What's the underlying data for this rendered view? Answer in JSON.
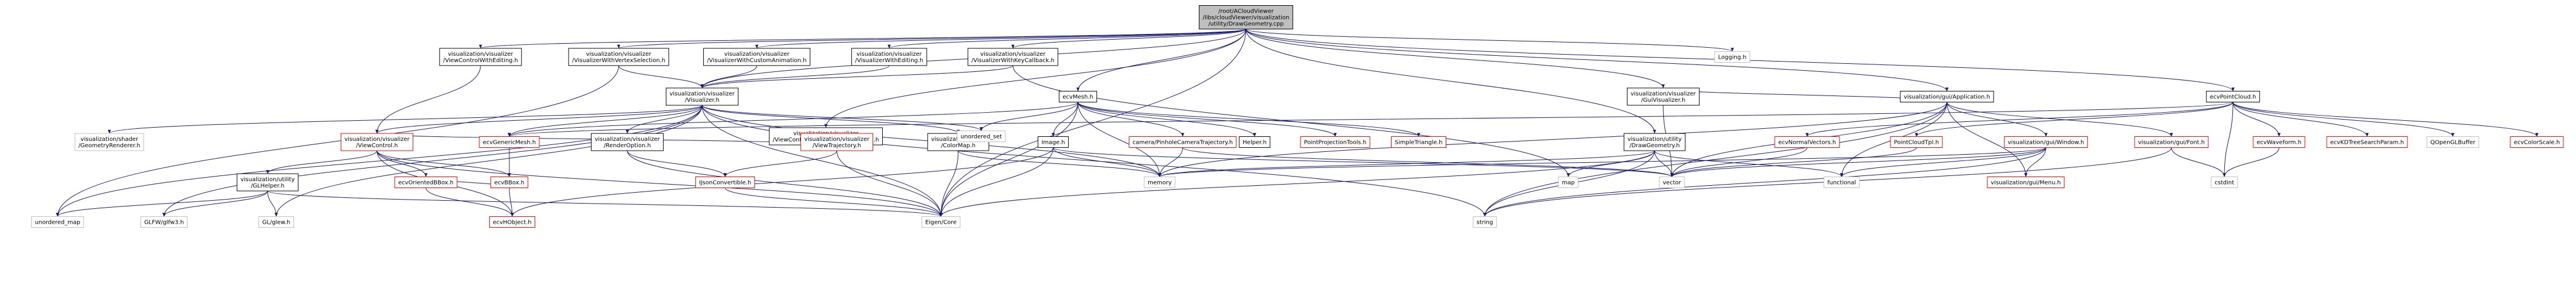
{
  "diagram": {
    "style": {
      "root_fill": "#bfbfbf",
      "doc_fill": "#ffffff",
      "doc_border": "#000000",
      "missing_border": "#bfbfbf",
      "error_border": "#ff0000",
      "edge_color": "#191970",
      "edge_color_alt": "#63b8ff",
      "text_color": "#000000"
    },
    "nodes": [
      {
        "id": "root",
        "lines": [
          "/root/ACloudViewer",
          "/libs/cloudViewer/visualization",
          "/utility/DrawGeometry.cpp"
        ],
        "kind": "root"
      },
      {
        "id": "vcwe",
        "lines": [
          "visualization/visualizer",
          "/ViewControlWithEditing.h"
        ],
        "kind": "doc"
      },
      {
        "id": "vwvs",
        "lines": [
          "visualization/visualizer",
          "/VisualizerWithVertexSelection.h"
        ],
        "kind": "doc"
      },
      {
        "id": "vwca",
        "lines": [
          "visualization/visualizer",
          "/VisualizerWithCustomAnimation.h"
        ],
        "kind": "doc"
      },
      {
        "id": "vwe",
        "lines": [
          "visualization/visualizer",
          "/VisualizerWithEditing.h"
        ],
        "kind": "doc"
      },
      {
        "id": "vwkc",
        "lines": [
          "visualization/visualizer",
          "/VisualizerWithKeyCallback.h"
        ],
        "kind": "doc"
      },
      {
        "id": "logging",
        "lines": [
          "Logging.h"
        ],
        "kind": "missing"
      },
      {
        "id": "vis",
        "lines": [
          "visualization/visualizer",
          "/Visualizer.h"
        ],
        "kind": "doc"
      },
      {
        "id": "ecvmesh",
        "lines": [
          "ecvMesh.h"
        ],
        "kind": "doc"
      },
      {
        "id": "vcwca",
        "lines": [
          "visualization/visualizer",
          "/ViewControlWithCustomAnimation.h"
        ],
        "kind": "doc"
      },
      {
        "id": "guivis",
        "lines": [
          "visualization/visualizer",
          "/GuiVisualizer.h"
        ],
        "kind": "doc"
      },
      {
        "id": "guiapp",
        "lines": [
          "visualization/gui/Application.h"
        ],
        "kind": "doc"
      },
      {
        "id": "pc",
        "lines": [
          "ecvPointCloud.h"
        ],
        "kind": "doc"
      },
      {
        "id": "shader",
        "lines": [
          "visualization/shader",
          "/GeometryRenderer.h"
        ],
        "kind": "missing"
      },
      {
        "id": "vc",
        "lines": [
          "visualization/visualizer",
          "/ViewControl.h"
        ],
        "kind": "error"
      },
      {
        "id": "genmesh",
        "lines": [
          "ecvGenericMesh.h"
        ],
        "kind": "error"
      },
      {
        "id": "ro",
        "lines": [
          "visualization/visualizer",
          "/RenderOption.h"
        ],
        "kind": "doc"
      },
      {
        "id": "vt",
        "lines": [
          "visualization/visualizer",
          "/ViewTrajectory.h"
        ],
        "kind": "error"
      },
      {
        "id": "cmap",
        "lines": [
          "visualization/utility",
          "/ColorMap.h"
        ],
        "kind": "doc"
      },
      {
        "id": "uset",
        "lines": [
          "unordered_set"
        ],
        "kind": "missing"
      },
      {
        "id": "image",
        "lines": [
          "Image.h"
        ],
        "kind": "doc"
      },
      {
        "id": "pct",
        "lines": [
          "camera/PinholeCameraTrajectory.h"
        ],
        "kind": "error"
      },
      {
        "id": "helper",
        "lines": [
          "Helper.h"
        ],
        "kind": "doc"
      },
      {
        "id": "ppt",
        "lines": [
          "PointProjectionTools.h"
        ],
        "kind": "error"
      },
      {
        "id": "stri",
        "lines": [
          "SimpleTriangle.h"
        ],
        "kind": "error"
      },
      {
        "id": "dg",
        "lines": [
          "visualization/utility",
          "/DrawGeometry.h"
        ],
        "kind": "doc"
      },
      {
        "id": "normv",
        "lines": [
          "ecvNormalVectors.h"
        ],
        "kind": "error"
      },
      {
        "id": "pctpl",
        "lines": [
          "PointCloudTpl.h"
        ],
        "kind": "error"
      },
      {
        "id": "window",
        "lines": [
          "visualization/gui/Window.h"
        ],
        "kind": "error"
      },
      {
        "id": "font",
        "lines": [
          "visualization/gui/Font.h"
        ],
        "kind": "error"
      },
      {
        "id": "waveform",
        "lines": [
          "ecvWaveform.h"
        ],
        "kind": "error"
      },
      {
        "id": "kdtree",
        "lines": [
          "ecvKDTreeSearchParam.h"
        ],
        "kind": "error"
      },
      {
        "id": "qogl",
        "lines": [
          "QOpenGLBuffer"
        ],
        "kind": "missing"
      },
      {
        "id": "colscale",
        "lines": [
          "ecvColorScale.h"
        ],
        "kind": "error"
      },
      {
        "id": "glh",
        "lines": [
          "visualization/utility",
          "/GLHelper.h"
        ],
        "kind": "doc"
      },
      {
        "id": "obb",
        "lines": [
          "ecvOrientedBBox.h"
        ],
        "kind": "error"
      },
      {
        "id": "bbox",
        "lines": [
          "ecvBBox.h"
        ],
        "kind": "error"
      },
      {
        "id": "ijson",
        "lines": [
          "IJsonConvertible.h"
        ],
        "kind": "error"
      },
      {
        "id": "memory",
        "lines": [
          "memory"
        ],
        "kind": "missing"
      },
      {
        "id": "map",
        "lines": [
          "map"
        ],
        "kind": "missing"
      },
      {
        "id": "vector",
        "lines": [
          "vector"
        ],
        "kind": "missing"
      },
      {
        "id": "functional",
        "lines": [
          "functional"
        ],
        "kind": "missing"
      },
      {
        "id": "menu",
        "lines": [
          "visualization/gui/Menu.h"
        ],
        "kind": "error"
      },
      {
        "id": "cstdint",
        "lines": [
          "cstdint"
        ],
        "kind": "missing"
      },
      {
        "id": "umap",
        "lines": [
          "unordered_map"
        ],
        "kind": "missing"
      },
      {
        "id": "glfw",
        "lines": [
          "GLFW/glfw3.h"
        ],
        "kind": "missing"
      },
      {
        "id": "glew",
        "lines": [
          "GL/glew.h"
        ],
        "kind": "missing"
      },
      {
        "id": "hobj",
        "lines": [
          "ecvHObject.h"
        ],
        "kind": "error"
      },
      {
        "id": "eigen",
        "lines": [
          "Eigen/Core"
        ],
        "kind": "missing"
      },
      {
        "id": "string",
        "lines": [
          "string"
        ],
        "kind": "missing"
      }
    ],
    "edges": [
      [
        "root",
        "vcwe"
      ],
      [
        "root",
        "vwvs"
      ],
      [
        "root",
        "vwca"
      ],
      [
        "root",
        "vwe"
      ],
      [
        "root",
        "vwkc"
      ],
      [
        "root",
        "logging"
      ],
      [
        "root",
        "vis"
      ],
      [
        "root",
        "ecvmesh"
      ],
      [
        "root",
        "guivis"
      ],
      [
        "root",
        "guiapp"
      ],
      [
        "root",
        "pc"
      ],
      [
        "root",
        "dg"
      ],
      [
        "root",
        "eigen"
      ],
      [
        "root",
        "vcwca"
      ],
      [
        "vcwe",
        "vc"
      ],
      [
        "vwvs",
        "vis"
      ],
      [
        "vwvs",
        "umap"
      ],
      [
        "vwca",
        "vis"
      ],
      [
        "vwe",
        "vis"
      ],
      [
        "vwkc",
        "vis"
      ],
      [
        "vwkc",
        "map"
      ],
      [
        "vcwca",
        "vc"
      ],
      [
        "vcwca",
        "vt"
      ],
      [
        "vis",
        "shader"
      ],
      [
        "vis",
        "vc"
      ],
      [
        "vis",
        "genmesh"
      ],
      [
        "vis",
        "ro"
      ],
      [
        "vis",
        "cmap"
      ],
      [
        "vis",
        "uset"
      ],
      [
        "vis",
        "umap"
      ],
      [
        "vis",
        "glfw"
      ],
      [
        "vis",
        "glew"
      ],
      [
        "vis",
        "memory"
      ],
      [
        "vis",
        "string"
      ],
      [
        "vis",
        "eigen"
      ],
      [
        "ecvmesh",
        "genmesh"
      ],
      [
        "ecvmesh",
        "uset"
      ],
      [
        "ecvmesh",
        "image"
      ],
      [
        "ecvmesh",
        "pct"
      ],
      [
        "ecvmesh",
        "helper"
      ],
      [
        "ecvmesh",
        "ppt"
      ],
      [
        "ecvmesh",
        "stri"
      ],
      [
        "ecvmesh",
        "memory"
      ],
      [
        "ecvmesh",
        "eigen"
      ],
      [
        "guivis",
        "guiapp"
      ],
      [
        "guivis",
        "vector"
      ],
      [
        "guiapp",
        "window"
      ],
      [
        "guiapp",
        "font"
      ],
      [
        "guiapp",
        "functional"
      ],
      [
        "guiapp",
        "memory"
      ],
      [
        "guiapp",
        "vector"
      ],
      [
        "guiapp",
        "string"
      ],
      [
        "guiapp",
        "menu"
      ],
      [
        "pc",
        "normv"
      ],
      [
        "pc",
        "pctpl"
      ],
      [
        "pc",
        "waveform"
      ],
      [
        "pc",
        "kdtree"
      ],
      [
        "pc",
        "qogl"
      ],
      [
        "pc",
        "colscale"
      ],
      [
        "pc",
        "genmesh"
      ],
      [
        "pc",
        "cstdint"
      ],
      [
        "vc",
        "glh"
      ],
      [
        "vc",
        "obb"
      ],
      [
        "vc",
        "bbox"
      ],
      [
        "vc",
        "eigen"
      ],
      [
        "vc",
        "hobj"
      ],
      [
        "ro",
        "eigen"
      ],
      [
        "ro",
        "ijson"
      ],
      [
        "vt",
        "ijson"
      ],
      [
        "vt",
        "eigen"
      ],
      [
        "cmap",
        "eigen"
      ],
      [
        "cmap",
        "memory"
      ],
      [
        "image",
        "vector"
      ],
      [
        "image",
        "memory"
      ],
      [
        "image",
        "eigen"
      ],
      [
        "image",
        "hobj"
      ],
      [
        "pct",
        "memory"
      ],
      [
        "pct",
        "vector"
      ],
      [
        "dg",
        "memory"
      ],
      [
        "dg",
        "map"
      ],
      [
        "dg",
        "vector"
      ],
      [
        "dg",
        "functional"
      ],
      [
        "dg",
        "string"
      ],
      [
        "dg",
        "eigen"
      ],
      [
        "normv",
        "vector"
      ],
      [
        "pctpl",
        "vector"
      ],
      [
        "window",
        "functional"
      ],
      [
        "window",
        "memory"
      ],
      [
        "window",
        "string"
      ],
      [
        "window",
        "menu"
      ],
      [
        "window",
        "vector"
      ],
      [
        "font",
        "string"
      ],
      [
        "font",
        "cstdint"
      ],
      [
        "waveform",
        "cstdint"
      ],
      [
        "glh",
        "umap"
      ],
      [
        "glh",
        "glfw"
      ],
      [
        "glh",
        "glew"
      ],
      [
        "glh",
        "eigen"
      ],
      [
        "obb",
        "hobj"
      ],
      [
        "obb",
        "bbox"
      ],
      [
        "bbox",
        "hobj"
      ],
      [
        "ijson",
        "eigen"
      ],
      [
        "genmesh",
        "bbox"
      ]
    ]
  }
}
